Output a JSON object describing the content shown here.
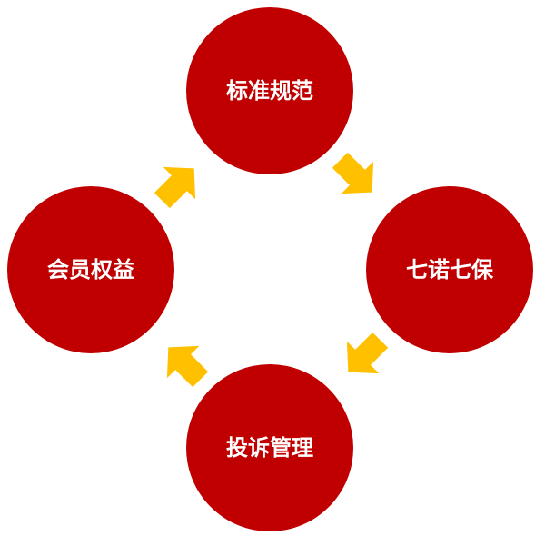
{
  "nodes": [
    {
      "id": "top",
      "label": "标准规范"
    },
    {
      "id": "right",
      "label": "七诺七保"
    },
    {
      "id": "bottom",
      "label": "投诉管理"
    },
    {
      "id": "left",
      "label": "会员权益"
    }
  ],
  "colors": {
    "circle": "#c00000",
    "arrow": "#ffc000",
    "text": "#ffffff"
  }
}
